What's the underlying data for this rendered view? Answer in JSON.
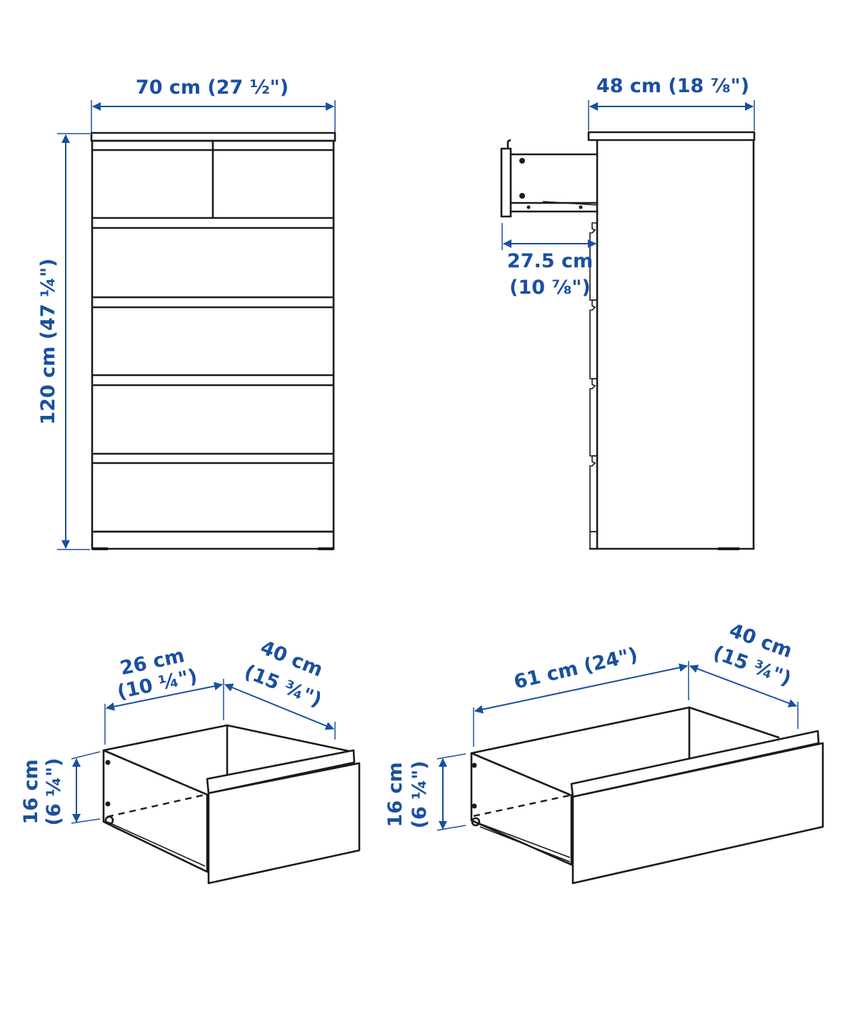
{
  "figure": {
    "subject": "Chest of 6 drawers – dimension drawing",
    "line_color": "#1b1b1b",
    "dimension_color": "#1a4fa0",
    "background": "#ffffff"
  },
  "front_view": {
    "width_label": "70 cm (27 ½\")",
    "height_label": "120 cm (47 ¼\")",
    "drawer_rows": 5,
    "top_row_drawers": 2
  },
  "side_view": {
    "depth_label": "48 cm (18 ⅞\")",
    "drawer_extension_label_cm": "27.5 cm",
    "drawer_extension_label_in": "(10 ⅞\")"
  },
  "small_drawer": {
    "width_label_cm": "26 cm",
    "width_label_in": "(10 ¼\")",
    "depth_label_cm": "40 cm",
    "depth_label_in": "(15 ¾\")",
    "height_label_cm": "16 cm",
    "height_label_in": "(6 ¼\")"
  },
  "large_drawer": {
    "width_label": "61 cm (24\")",
    "depth_label_cm": "40 cm",
    "depth_label_in": "(15 ¾\")",
    "height_label_cm": "16 cm",
    "height_label_in": "(6 ¼\")"
  }
}
